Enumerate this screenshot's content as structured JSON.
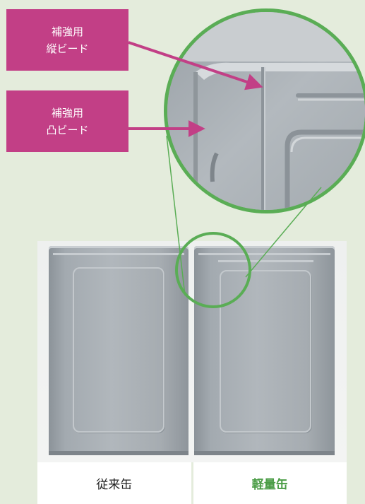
{
  "callouts": [
    {
      "line1": "補強用",
      "line2": "縦ビード"
    },
    {
      "line1": "補強用",
      "line2": "凸ビード"
    }
  ],
  "labels": {
    "left": "従来缶",
    "right": "軽量缶"
  },
  "colors": {
    "background": "#e4ecdc",
    "callout": "#c23f86",
    "accent_green": "#4a9c45",
    "highlight_circle": "#5aad55"
  }
}
